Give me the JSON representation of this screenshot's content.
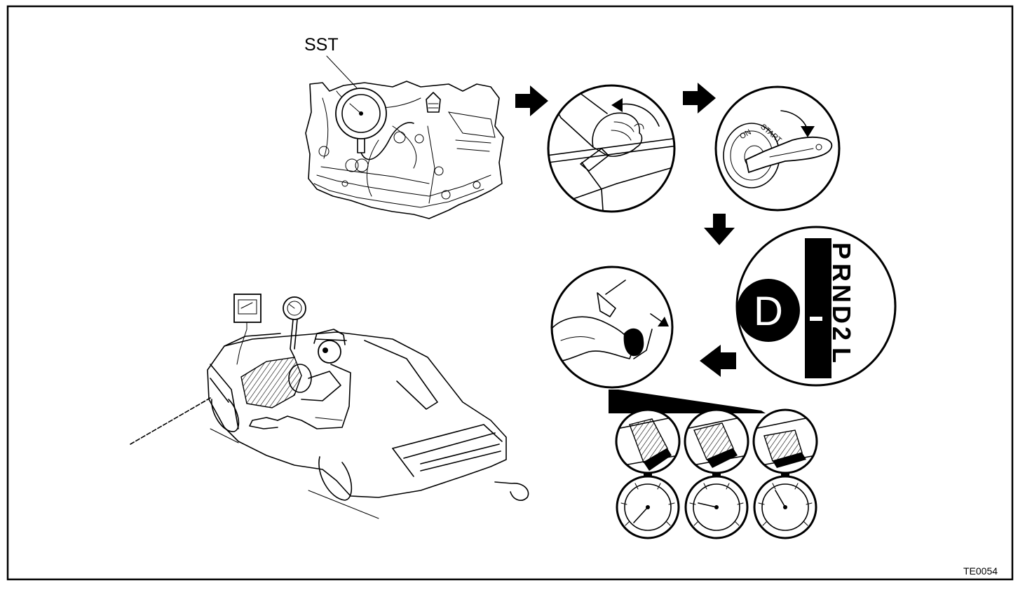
{
  "labels": {
    "sst": "SST",
    "ignition_on": "ON",
    "ignition_start": "START",
    "selected_gear": "D",
    "shift_positions": [
      "P",
      "R",
      "N",
      "D",
      "2",
      "L"
    ],
    "figure_code": "TE0054"
  }
}
